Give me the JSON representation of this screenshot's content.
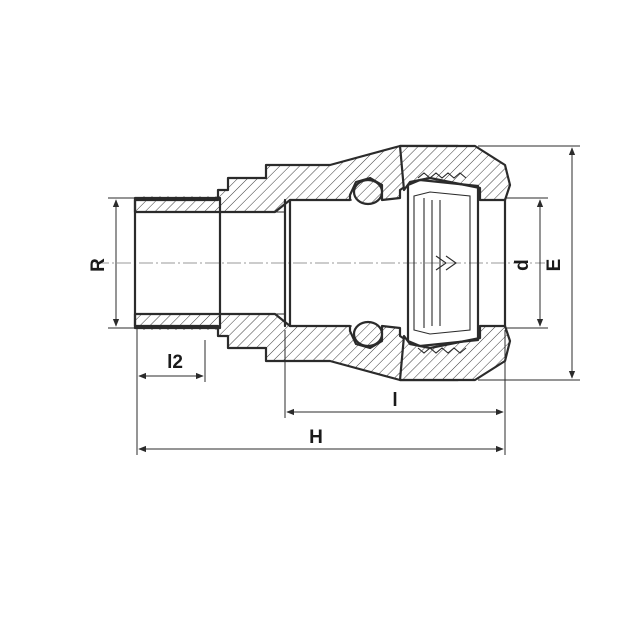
{
  "labels": {
    "R": "R",
    "l2": "l2",
    "l": "l",
    "H": "H",
    "d": "d",
    "E": "E"
  },
  "colors": {
    "line": "#2b2b2b",
    "centerline": "#9a9a9a",
    "background": "#ffffff"
  }
}
